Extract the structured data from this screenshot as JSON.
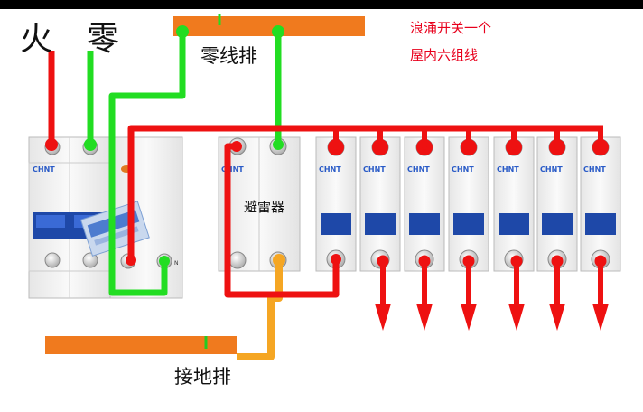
{
  "labels": {
    "live": "火",
    "neutral": "零",
    "neutral_bar": "零线排",
    "ground_bar": "接地排",
    "surge_protector": "避雷器",
    "note_line1": "浪涌开关一个",
    "note_line2": "屋内六组线",
    "n_pole": "N"
  },
  "brand": "CHNT",
  "branch_breaker_count": 7,
  "outgoing_circuit_count": 6,
  "colors": {
    "live_wire": "#ee1111",
    "neutral_wire": "#22dd22",
    "ground_wire": "#f5a623",
    "bus_bar": "#f07a1e",
    "note_text": "#e8001c",
    "breaker_toggle": "#1e48a8",
    "breaker_body": "#f4f4f4"
  }
}
